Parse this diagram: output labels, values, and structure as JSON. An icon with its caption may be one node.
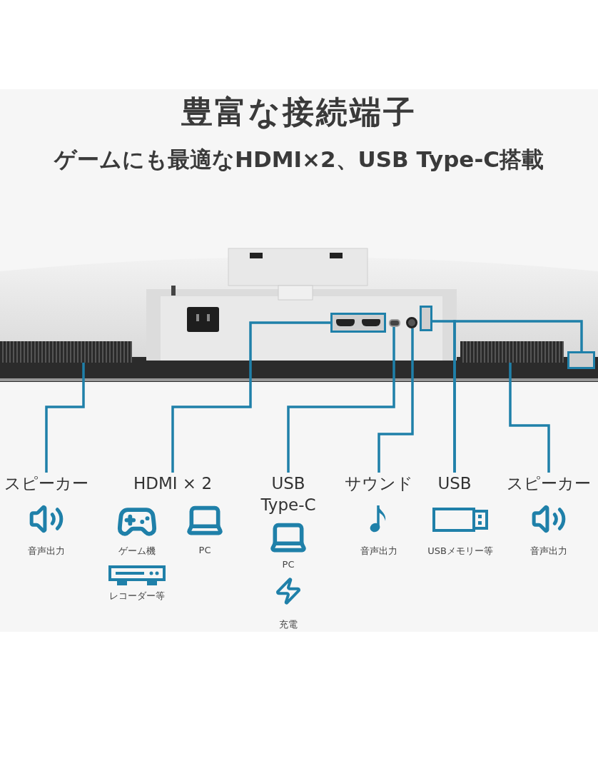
{
  "diagram": {
    "title": "豊富な接続端子",
    "nodes": [
      {
        "text": [],
        "shape": "picture"
      },
      {
        "text": [],
        "shape": "box",
        "in": 0
      },
      {
        "text": [],
        "shape": "box",
        "in": 0
      },
      {
        "text": [],
        "shape": "box",
        "in": 0
      },
      {
        "text": [],
        "shape": "circle",
        "in": 0
      },
      {
        "text": [],
        "shape": "box",
        "in": 0
      },
      {
        "text": [],
        "shape": "box",
        "in": 0
      },
      {
        "text": [],
        "shape": "box",
        "in": 0
      },
      {
        "text": [
          "スピーカー"
        ]
      },
      {
        "text": [
          "HDMI × 2"
        ]
      },
      {
        "text": [
          "USB Type-C"
        ]
      },
      {
        "text": [
          "サウンド"
        ]
      },
      {
        "text": [
          "USB"
        ]
      },
      {
        "text": [
          "スピーカー"
        ]
      }
    ],
    "edges": [
      {
        "from": 8,
        "to": 1,
        "arrow": "none"
      },
      {
        "from": 9,
        "to": 2,
        "arrow": "none"
      },
      {
        "from": 10,
        "to": 3,
        "arrow": "none"
      },
      {
        "from": 11,
        "to": 4,
        "arrow": "none"
      },
      {
        "from": 12,
        "to": 5,
        "arrow": "none"
      },
      {
        "from": 12,
        "to": 6,
        "arrow": "none"
      },
      {
        "from": 13,
        "to": 7,
        "arrow": "none"
      }
    ],
    "labels": [
      "ゲームにも最適なHDMI×2、USB Type-C搭載",
      "音声出力",
      "ゲーム機",
      "PC",
      "音声出力",
      "USBメモリー等",
      "音声出力",
      "PC",
      "レコーダー等",
      "充電"
    ]
  }
}
